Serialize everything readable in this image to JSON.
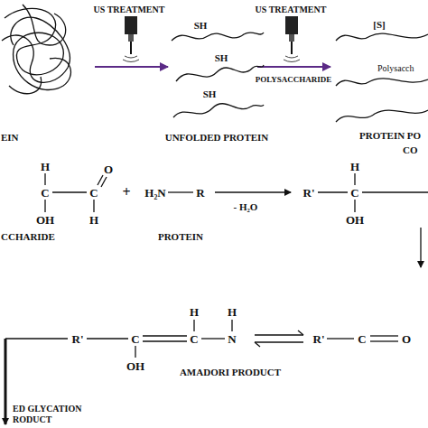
{
  "diagram": {
    "labels": [
      "US TREATMENT",
      "US TREATMENT",
      "SH",
      "POLYSACCHARIDE",
      "[S]",
      "SH",
      "Polysacch",
      "SH",
      "EIN",
      "UNFOLDED PROTEIN",
      "PROTEIN PO",
      "CO",
      "H",
      "O",
      "C",
      "C",
      "+",
      "H₂N",
      "R",
      "R'",
      "C",
      "H",
      "- H₂O",
      "OH",
      "H",
      "OH",
      "CCHARIDE",
      "PROTEIN",
      "H",
      "H",
      "R'",
      "C",
      "C",
      "N",
      "R'",
      "C",
      "OH",
      "AMADORI PRODUCT",
      "O",
      "ED GLYCATION",
      "RODUCT"
    ]
  }
}
